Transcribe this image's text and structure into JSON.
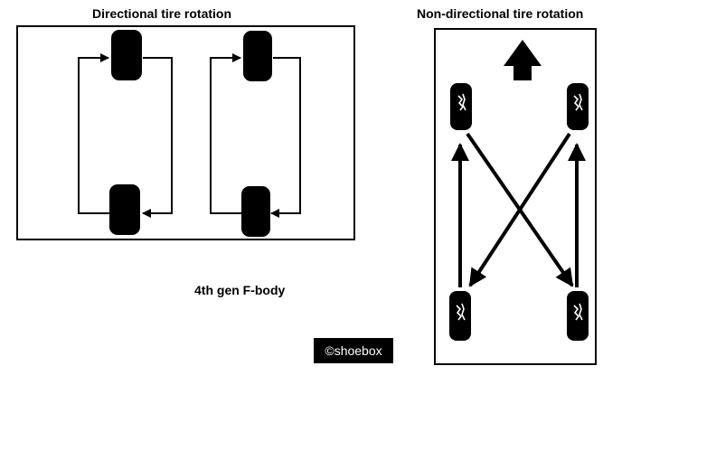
{
  "titles": {
    "directional": "Directional tire rotation",
    "non_directional": "Non-directional tire rotation"
  },
  "caption": "4th gen F-body",
  "credit": "©shoebox",
  "colors": {
    "line": "#000000",
    "background": "#ffffff",
    "credit_bg": "#000000",
    "credit_text": "#ffffff"
  }
}
